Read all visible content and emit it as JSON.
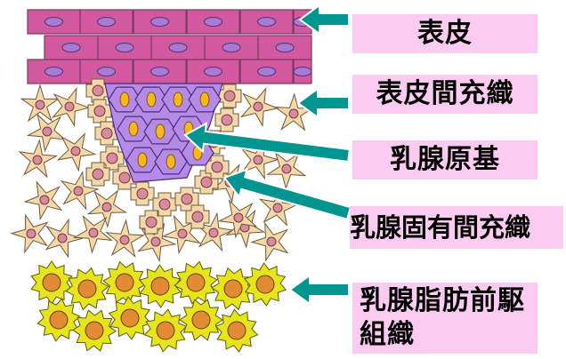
{
  "labels": {
    "epidermis": "表皮",
    "epidermal_mesenchyme": "表皮間充織",
    "mammary_primordium": "乳腺原基",
    "mammary_stroma": "乳腺固有間充織",
    "mammary_fat_precursor_line1": "乳腺脂肪前駆",
    "mammary_fat_precursor_line2": "組織"
  },
  "colors": {
    "label_background": "#fbcbf1",
    "arrow": "#00958f",
    "epidermis_cell": "#d2599f",
    "epidermis_nucleus": "#a97ad3",
    "primordium_cell": "#b68be8",
    "primordium_nucleus": "#f7b71c",
    "stroma_cell": "#f6d7a7",
    "stroma_nucleus": "#d98b9c",
    "mesenchyme_cell": "#f6d7a7",
    "mesenchyme_nucleus": "#d98b9c",
    "fat_cell": "#e6e41c",
    "fat_nucleus": "#e38a35"
  }
}
